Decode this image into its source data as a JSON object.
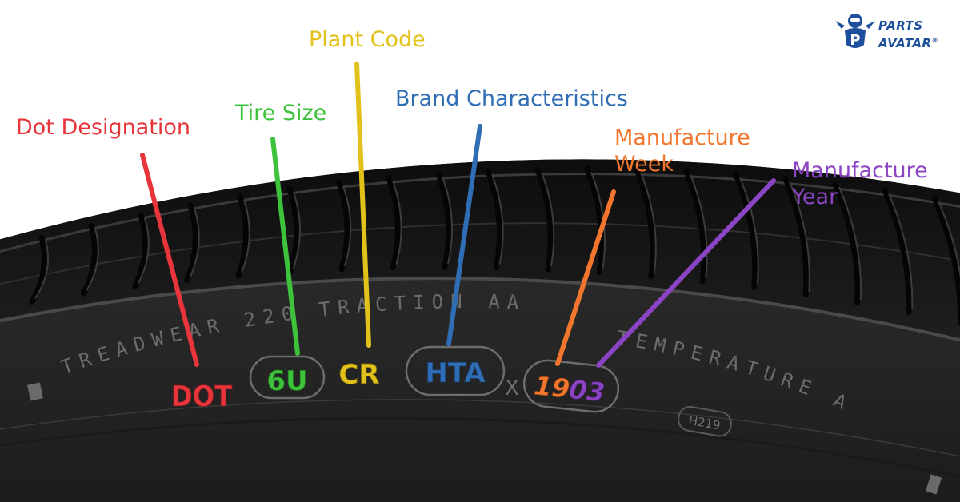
{
  "brand": {
    "line1": "PARTS",
    "line2": "AVATAR",
    "mark": "®"
  },
  "labels": [
    {
      "id": "dot-designation",
      "text": "Dot Designation",
      "color": "#e8353b"
    },
    {
      "id": "tire-size",
      "text": "Tire Size",
      "color": "#3ec23b"
    },
    {
      "id": "plant-code",
      "text": "Plant Code",
      "color": "#e2c21a"
    },
    {
      "id": "brand-characteristics",
      "text": "Brand Characteristics",
      "color": "#2f6db5"
    },
    {
      "id": "manufacture-week",
      "text": "Manufacture\nWeek",
      "color": "#f2762e"
    },
    {
      "id": "manufacture-year",
      "text": "Manufacture\nYear",
      "color": "#8a44c4"
    }
  ],
  "dot_code": {
    "dot": "DOT",
    "size": "6U",
    "plant": "CR",
    "brand": "HTA",
    "sep": "X",
    "week": "19",
    "year": "03"
  },
  "sidewall": {
    "text_left": "TREADWEAR 220 TRACTION AA",
    "text_right": "TEMPERATURE A",
    "stamp": "H219"
  },
  "colors": {
    "tire": "#2a2a2a",
    "tread": "#151515",
    "sidewall": "#333333",
    "logo": "#1d4f9c"
  }
}
